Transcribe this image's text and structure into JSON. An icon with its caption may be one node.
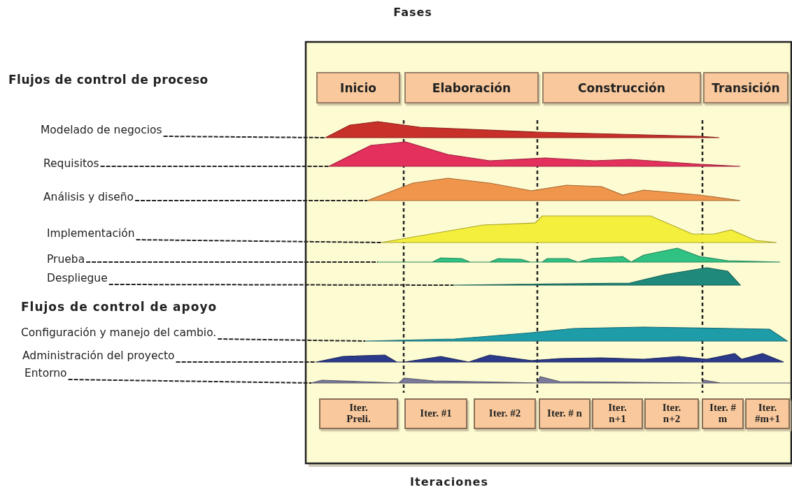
{
  "diagram": {
    "nodes": [
      {
        "text": [
          "Inicio"
        ]
      },
      {
        "text": [
          "Elaboración"
        ]
      },
      {
        "text": [
          "Construcción"
        ]
      },
      {
        "text": [
          "Transición"
        ]
      },
      {
        "text": [
          "Modelado de negocios"
        ]
      },
      {
        "text": [
          "Requisitos"
        ]
      },
      {
        "text": [
          "Análisis y diseño"
        ]
      },
      {
        "text": [
          "Implementación"
        ]
      },
      {
        "text": [
          "Prueba"
        ]
      },
      {
        "text": [
          "Despliegue"
        ]
      },
      {
        "text": [
          "Configuración y manejo del cambio."
        ]
      },
      {
        "text": [
          "Administración del proyecto"
        ]
      },
      {
        "text": [
          "Entorno"
        ]
      },
      {
        "text": [],
        "shape": "area"
      },
      {
        "text": [],
        "shape": "area"
      },
      {
        "text": [],
        "shape": "area"
      },
      {
        "text": [],
        "shape": "area"
      },
      {
        "text": [],
        "shape": "area"
      },
      {
        "text": [],
        "shape": "area"
      },
      {
        "text": [],
        "shape": "area"
      },
      {
        "text": [],
        "shape": "area"
      },
      {
        "text": [],
        "shape": "area"
      },
      {
        "text": [
          "Iter. Preli."
        ]
      },
      {
        "text": [
          "Iter. #1"
        ]
      },
      {
        "text": [
          "Iter. #2"
        ]
      },
      {
        "text": [
          "Iter. # n"
        ]
      },
      {
        "text": [
          "Iter. n+1"
        ]
      },
      {
        "text": [
          "Iter. n+2"
        ]
      },
      {
        "text": [
          "Iter. # m"
        ]
      },
      {
        "text": [
          "Iter. #m+1"
        ]
      }
    ],
    "edges": [
      {
        "from": 4,
        "to": 13,
        "arrow": "none",
        "style": "dashed"
      },
      {
        "from": 5,
        "to": 14,
        "arrow": "none",
        "style": "dashed"
      },
      {
        "from": 6,
        "to": 15,
        "arrow": "none",
        "style": "dashed"
      },
      {
        "from": 7,
        "to": 16,
        "arrow": "none",
        "style": "dashed"
      },
      {
        "from": 8,
        "to": 17,
        "arrow": "none",
        "style": "dashed"
      },
      {
        "from": 9,
        "to": 18,
        "arrow": "none",
        "style": "dashed"
      },
      {
        "from": 10,
        "to": 19,
        "arrow": "none",
        "style": "dashed"
      },
      {
        "from": 11,
        "to": 20,
        "arrow": "none",
        "style": "dashed"
      },
      {
        "from": 12,
        "to": 21,
        "arrow": "none",
        "style": "dashed"
      }
    ],
    "labels": [
      "Fases",
      "Flujos de control de proceso",
      "Flujos de control de apoyo",
      "Iteraciones"
    ]
  }
}
